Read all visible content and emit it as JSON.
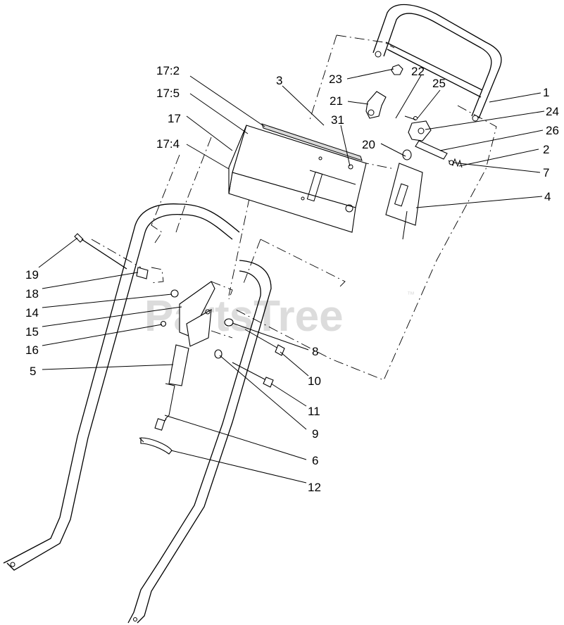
{
  "watermark": {
    "text": "PartsTree",
    "trademark": "™"
  },
  "callouts": [
    {
      "id": "c-17-2",
      "label": "17:2"
    },
    {
      "id": "c-17-5",
      "label": "17:5"
    },
    {
      "id": "c-17",
      "label": "17"
    },
    {
      "id": "c-17-4",
      "label": "17:4"
    },
    {
      "id": "c-3",
      "label": "3"
    },
    {
      "id": "c-23",
      "label": "23"
    },
    {
      "id": "c-22",
      "label": "22"
    },
    {
      "id": "c-25",
      "label": "25"
    },
    {
      "id": "c-21",
      "label": "21"
    },
    {
      "id": "c-31",
      "label": "31"
    },
    {
      "id": "c-20",
      "label": "20"
    },
    {
      "id": "c-1",
      "label": "1"
    },
    {
      "id": "c-24",
      "label": "24"
    },
    {
      "id": "c-26",
      "label": "26"
    },
    {
      "id": "c-2",
      "label": "2"
    },
    {
      "id": "c-7",
      "label": "7"
    },
    {
      "id": "c-4",
      "label": "4"
    },
    {
      "id": "c-19",
      "label": "19"
    },
    {
      "id": "c-18",
      "label": "18"
    },
    {
      "id": "c-14",
      "label": "14"
    },
    {
      "id": "c-15",
      "label": "15"
    },
    {
      "id": "c-16",
      "label": "16"
    },
    {
      "id": "c-5",
      "label": "5"
    },
    {
      "id": "c-8",
      "label": "8"
    },
    {
      "id": "c-10",
      "label": "10"
    },
    {
      "id": "c-11",
      "label": "11"
    },
    {
      "id": "c-9",
      "label": "9"
    },
    {
      "id": "c-6",
      "label": "6"
    },
    {
      "id": "c-12",
      "label": "12"
    }
  ]
}
